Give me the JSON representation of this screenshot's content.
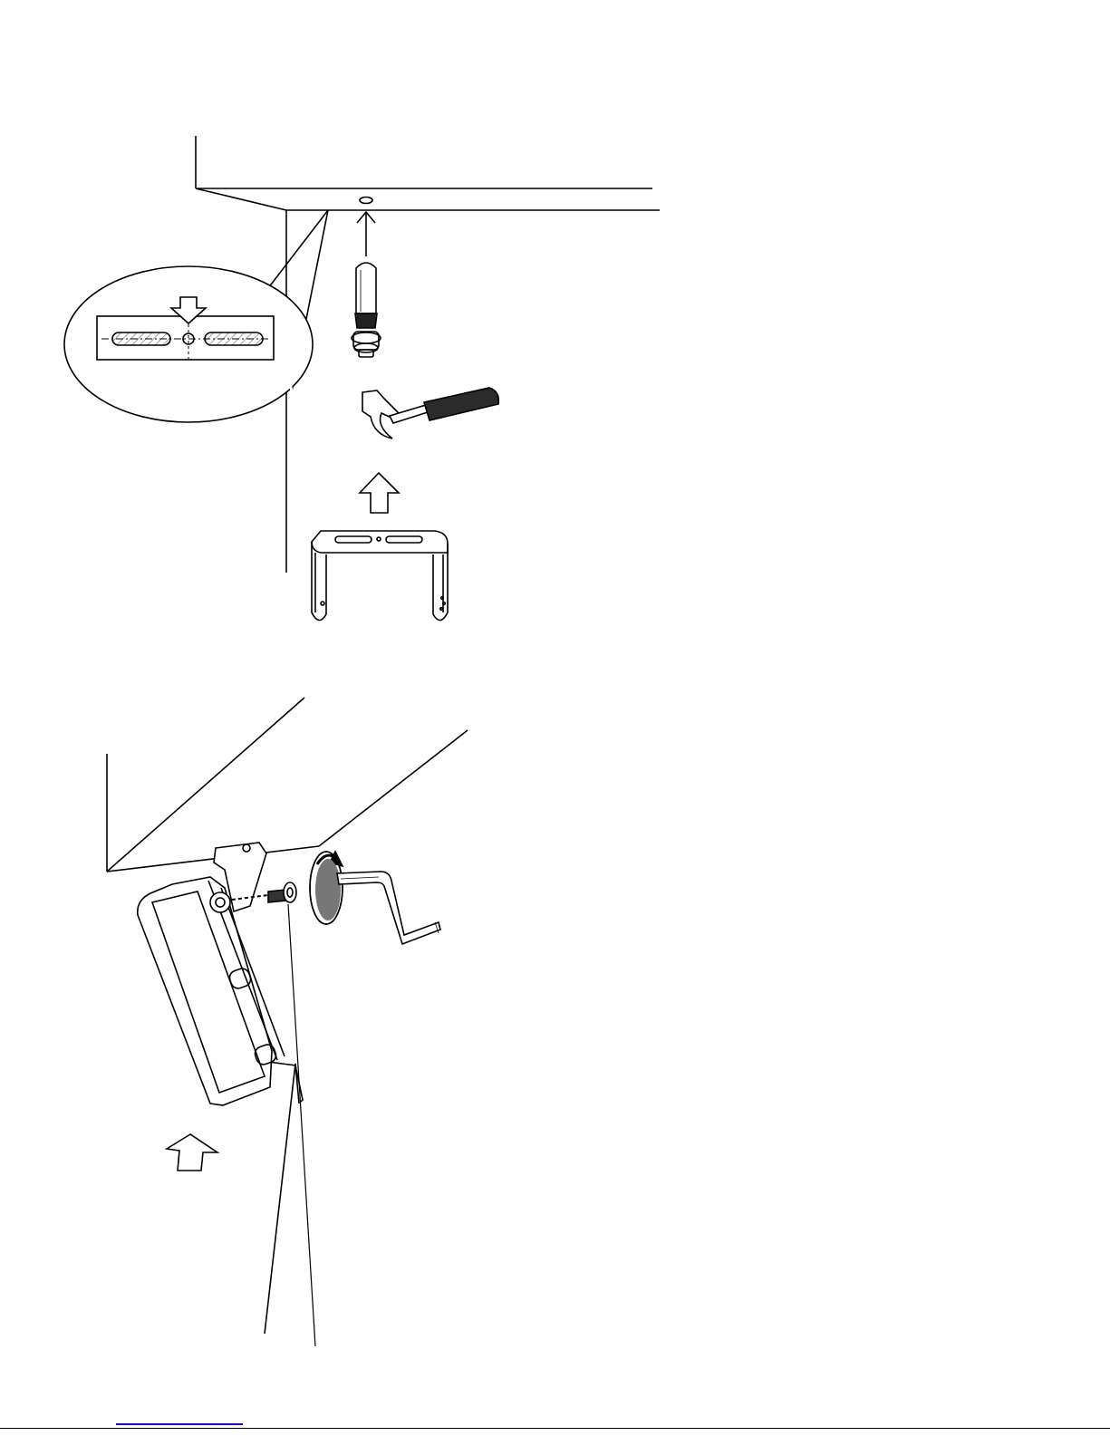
{
  "figure": {
    "kind": "installation-diagram",
    "steps": [
      {
        "name": "ceiling-anchor-and-bracket",
        "parts": [
          "ceiling-icon",
          "anchor-bolt-icon",
          "hammer-icon",
          "bracket-icon",
          "drill-hole-template-icon",
          "up-arrow-icon"
        ]
      },
      {
        "name": "attach-speaker",
        "parts": [
          "speaker-icon",
          "screw-icon",
          "hex-key-icon",
          "rotate-arrow-icon",
          "up-arrow-icon"
        ]
      }
    ]
  },
  "colors": {
    "line": "#000000",
    "hatch": "#777777",
    "background": "#ffffff",
    "hammer_grip": "#2b2b2b",
    "link_underline": "#1a00ff"
  }
}
